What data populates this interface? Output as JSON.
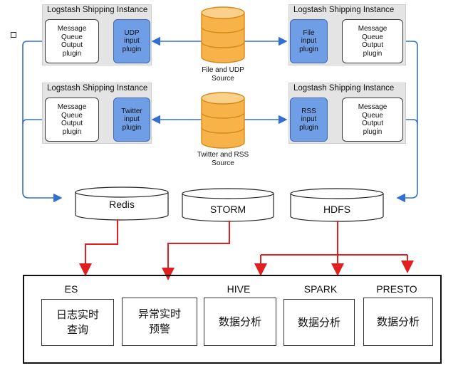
{
  "shipping_instances": [
    {
      "title": "Logstash Shipping Instance",
      "output_plugin": "Message\nQueue\nOutput\nplugin",
      "input_plugin": "UDP\ninput\nplugin"
    },
    {
      "title": "Logstash Shipping Instance",
      "output_plugin": "Message\nQueue\nOutput\nplugin",
      "input_plugin": "File\ninput\nplugin"
    },
    {
      "title": "Logstash Shipping Instance",
      "output_plugin": "Message\nQueue\nOutput\nplugin",
      "input_plugin": "Twitter\ninput\nplugin"
    },
    {
      "title": "Logstash Shipping Instance",
      "output_plugin": "Message\nQueue\nOutput\nplugin",
      "input_plugin": "RSS\ninput\nplugin"
    }
  ],
  "sources": [
    {
      "label": "File and UDP\nSource"
    },
    {
      "label": "Twitter and RSS\nSource"
    }
  ],
  "stores": [
    "Redis",
    "STORM",
    "HDFS"
  ],
  "categories": [
    "ES",
    "HIVE",
    "SPARK",
    "PRESTO"
  ],
  "cards": [
    "日志实时\n查询",
    "异常实时\n预警",
    "数据分析",
    "数据分析",
    "数据分析"
  ],
  "colors": {
    "flow_arrow": "#2f6fd6",
    "red_arrow": "#e02020",
    "plugin_blue": "#6f9de6",
    "source_orange": "#f5a623"
  }
}
